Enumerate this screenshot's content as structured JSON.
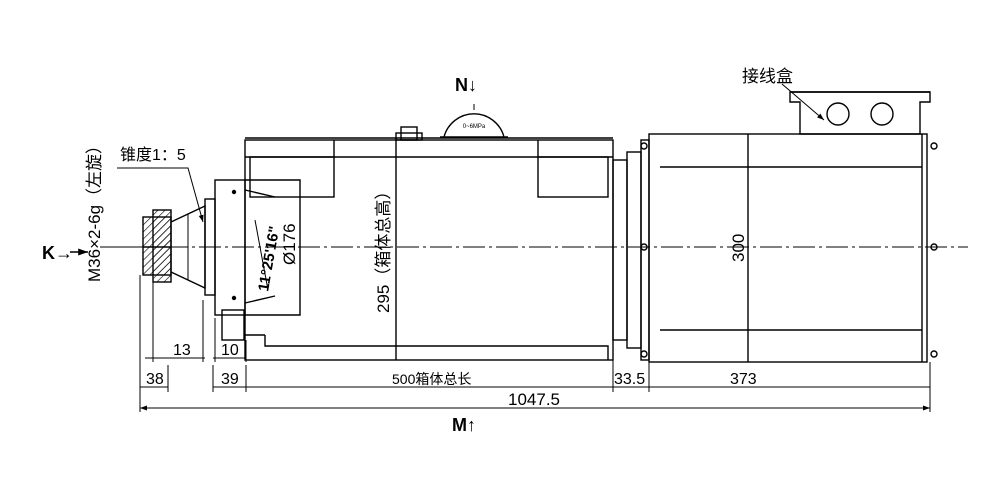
{
  "labels": {
    "junction_box": "接线盒",
    "view_n": "N↓",
    "view_k": "K→",
    "view_m": "M↑",
    "taper": "锥度1：5",
    "thread": "M36×2-6g（左旋）",
    "angle": "11°25'16\"",
    "diameter": "Ø176",
    "box_height": "295（箱体总高）",
    "motor_height": "300",
    "gauge_text": "0~6MPa"
  },
  "dimensions": {
    "d13": "13",
    "d10": "10",
    "d38": "38",
    "d39": "39",
    "box_length": "500箱体总长",
    "d33_5": "33.5",
    "d373": "373",
    "total": "1047.5"
  },
  "colors": {
    "line": "#000000",
    "background": "#ffffff"
  }
}
